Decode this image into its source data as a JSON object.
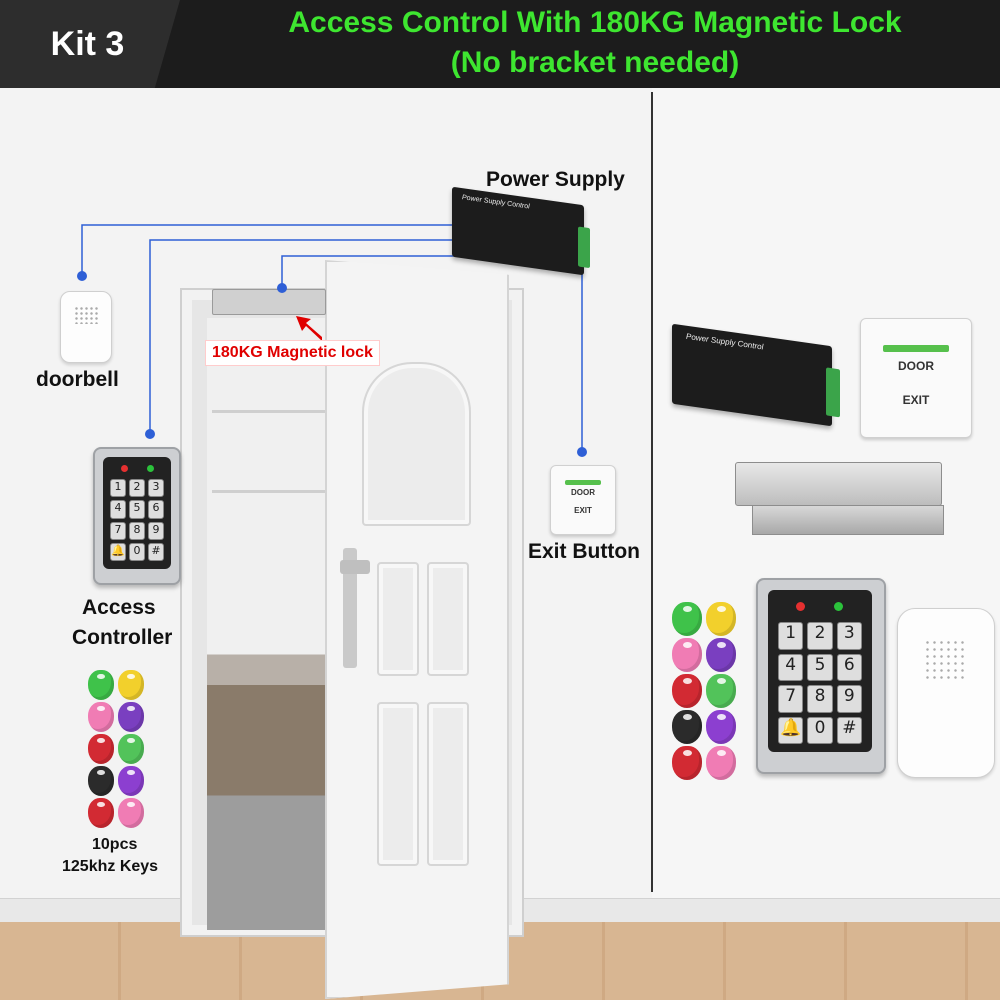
{
  "header": {
    "kit_label": "Kit 3",
    "title_line1": "Access Control With 180KG Magnetic Lock",
    "title_line2": "(No bracket needed)",
    "title_color": "#3ee630"
  },
  "diagram": {
    "power_supply_label": "Power Supply",
    "power_supply_plate": "Power Supply Control",
    "magnetic_lock_label": "180KG Magnetic lock",
    "doorbell_label": "doorbell",
    "exit_button_label": "Exit Button",
    "access_controller_label_line1": "Access",
    "access_controller_label_line2": "Controller",
    "keys_label_line1": "10pcs",
    "keys_label_line2": "125khz Keys",
    "wire_color": "#2e5fd6",
    "arrow_color": "#e00000"
  },
  "exit_button": {
    "line1": "DOOR",
    "line2": "EXIT"
  },
  "keypad": {
    "keys": [
      "1",
      "2",
      "3",
      "4",
      "5",
      "6",
      "7",
      "8",
      "9",
      "🔔",
      "0",
      "#"
    ]
  },
  "fob_colors": [
    "#3fc24a",
    "#f2d02c",
    "#f07cb4",
    "#7a3fc0",
    "#d22a33",
    "#52c35a",
    "#2b2b2b",
    "#8c3fd0",
    "#d22a33",
    "#f07cb4"
  ]
}
